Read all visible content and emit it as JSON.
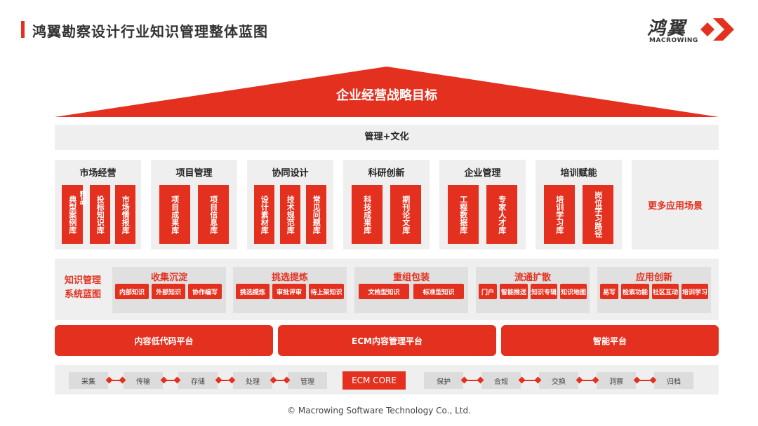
{
  "header": {
    "title": "鸿翼勘察设计行业知识管理整体蓝图"
  },
  "logo": {
    "name": "鸿翼",
    "sub": "MACROWING"
  },
  "roof": {
    "title": "企业经营战略目标"
  },
  "management": "管理+文化",
  "columns": [
    {
      "title": "市场经营",
      "boxes": [
        "典型案例库",
        "精品",
        "投标知识库",
        "市场情报库"
      ]
    },
    {
      "title": "项目管理",
      "boxes": [
        "项目成果库",
        "项目信息库"
      ]
    },
    {
      "title": "协同设计",
      "boxes": [
        "设计素材库",
        "技术规范库",
        "常见问题库"
      ]
    },
    {
      "title": "科研创新",
      "boxes": [
        "科技成果库",
        "期刊论文库"
      ]
    },
    {
      "title": "企业管理",
      "boxes": [
        "工程数据库",
        "专家人才库"
      ]
    },
    {
      "title": "培训赋能",
      "boxes": [
        "培训学习库",
        "岗位学习路径"
      ]
    }
  ],
  "more": "更多应用场景",
  "band": {
    "label_line1": "知识管理",
    "label_line2": "系统蓝图",
    "groups": [
      {
        "title": "收集沉淀",
        "chips": [
          "内部知识",
          "外部知识",
          "协作编写"
        ]
      },
      {
        "title": "挑选提炼",
        "chips": [
          "挑选提炼",
          "审批评审",
          "待上架知识"
        ]
      },
      {
        "title": "重组包装",
        "chips": [
          "文档型知识",
          "标准型知识"
        ]
      },
      {
        "title": "流通扩散",
        "chips": [
          "门户",
          "智能推送",
          "知识专辑",
          "知识地图"
        ]
      },
      {
        "title": "应用创新",
        "chips": [
          "易写",
          "检索功能",
          "社区互动",
          "培训学习"
        ]
      }
    ]
  },
  "platforms": [
    "内容低代码平台",
    "ECM内容管理平台",
    "智能平台"
  ],
  "pipeline": {
    "left": [
      "采集",
      "传输",
      "存储",
      "处理",
      "管理"
    ],
    "core": "ECM CORE",
    "right": [
      "保护",
      "合规",
      "交换",
      "洞察",
      "归档"
    ]
  },
  "footer": "© Macrowing Software Technology Co., Ltd.",
  "colors": {
    "accent": "#e4311f",
    "panel": "#efefef",
    "chip_bg": "#dcdcdc"
  }
}
